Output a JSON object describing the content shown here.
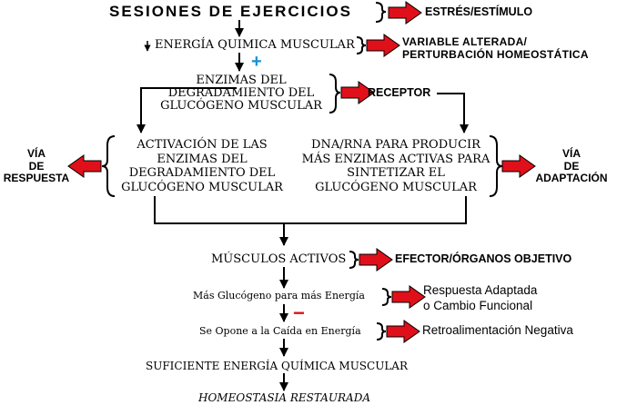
{
  "nodes": {
    "sessions": "SESIONES DE EJERCICIOS",
    "energy": "ENERGÍA QUIMICA MUSCULAR",
    "enzymes": "ENZIMAS DEL\nDEGRADAMIENTO DEL\nGLUCÓGENO MUSCULAR",
    "activation": "ACTIVACIÓN DE LAS\nENZIMAS DEL\nDEGRADAMIENTO DEL\nGLUCÓGENO MUSCULAR",
    "dna": "DNA/RNA PARA PRODUCIR\nMÁS ENZIMAS ACTIVAS PARA\nSINTETIZAR EL\nGLUCÓGENO MUSCULAR",
    "active_muscles": "MÚSCULOS ACTIVOS",
    "more_glycogen": "Más Glucógeno para más Energía",
    "opposes": "Se Opone a la Caída en Energía",
    "sufficient": "SUFICIENTE ENERGÍA QUÍMICA MUSCULAR",
    "restored": "HOMEOSTASIA RESTAURADA"
  },
  "labels": {
    "stress": "ESTRÉS/ESTÍMULO",
    "variable": "VARIABLE ALTERADA/\nPERTURBACIÓN HOMEOSTÁTICA",
    "receptor": "RECEPTOR",
    "response_path": "VÍA\nDE\nRESPUESTA",
    "adaptation_path": "VÍA\nDE\nADAPTACIÓN",
    "effector": "EFECTOR/ÓRGANOS OBJETIVO",
    "adapted": "Respuesta Adaptada\no Cambio Funcional",
    "feedback": "Retroalimentación Negativa"
  },
  "signs": {
    "plus": "+",
    "minus": "−"
  },
  "colors": {
    "arrow_fill": "#e0101a",
    "plus": "#1a8fd8",
    "minus": "#e0101a",
    "line": "#000000"
  }
}
